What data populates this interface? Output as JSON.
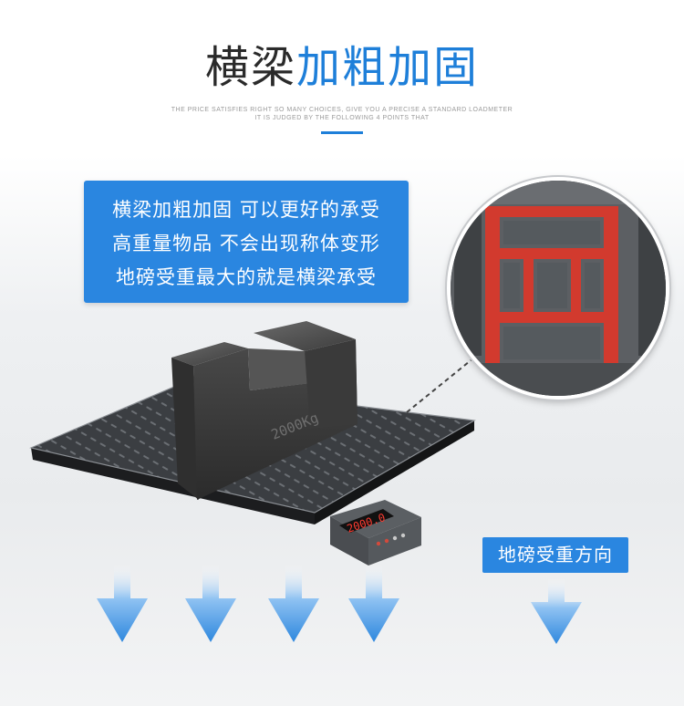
{
  "heading": {
    "dark": "横梁",
    "blue": "加粗加固"
  },
  "subtitle_lines": [
    "THE PRICE SATISFIES RIGHT SO MANY CHOICES, GIVE YOU A PRECISE A STANDARD LOADMETER",
    "IT IS JUDGED BY THE FOLLOWING 4 POINTS THAT"
  ],
  "info_box": {
    "lines": [
      "横梁加粗加固 可以更好的承受",
      "高重量物品 不会出现称体变形",
      "地磅受重最大的就是横梁承受"
    ]
  },
  "weight_stamp": "2000Kg",
  "indicator_display": "2000.0",
  "direction_label": "地磅受重方向",
  "colors": {
    "accent": "#1e7fd9",
    "box": "#2a86e0",
    "beam_red": "#d23a2e",
    "arrow_blue": "#3d94e6"
  }
}
